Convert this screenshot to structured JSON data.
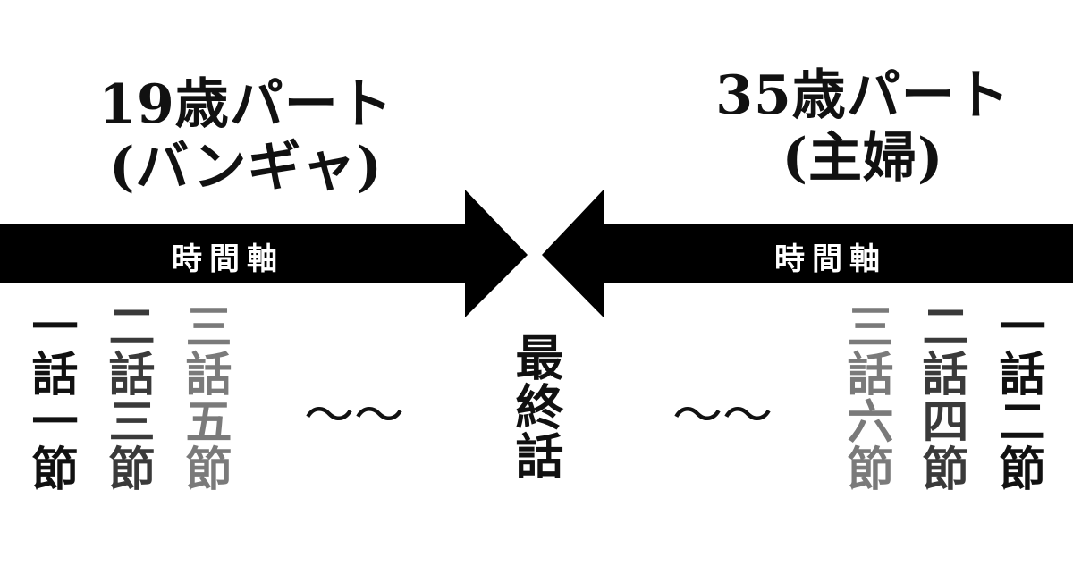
{
  "left_part": {
    "title_line1": "19歳パート",
    "title_line2": "(バンギャ)",
    "axis_label": "時間軸",
    "chapters": [
      "一話一節",
      "二話三節",
      "三話五節"
    ]
  },
  "right_part": {
    "title_line1": "35歳パート",
    "title_line2": "(主婦)",
    "axis_label": "時間軸",
    "chapters": [
      "一話二節",
      "二話四節",
      "三話六節"
    ]
  },
  "ellipsis": "〜〜",
  "final_episode": "最終話",
  "colors": {
    "arrow": "#000000",
    "text_primary": "#111111",
    "text_secondary": "#3a3a3a",
    "text_tertiary": "#7a7a7a",
    "background": "#ffffff"
  }
}
